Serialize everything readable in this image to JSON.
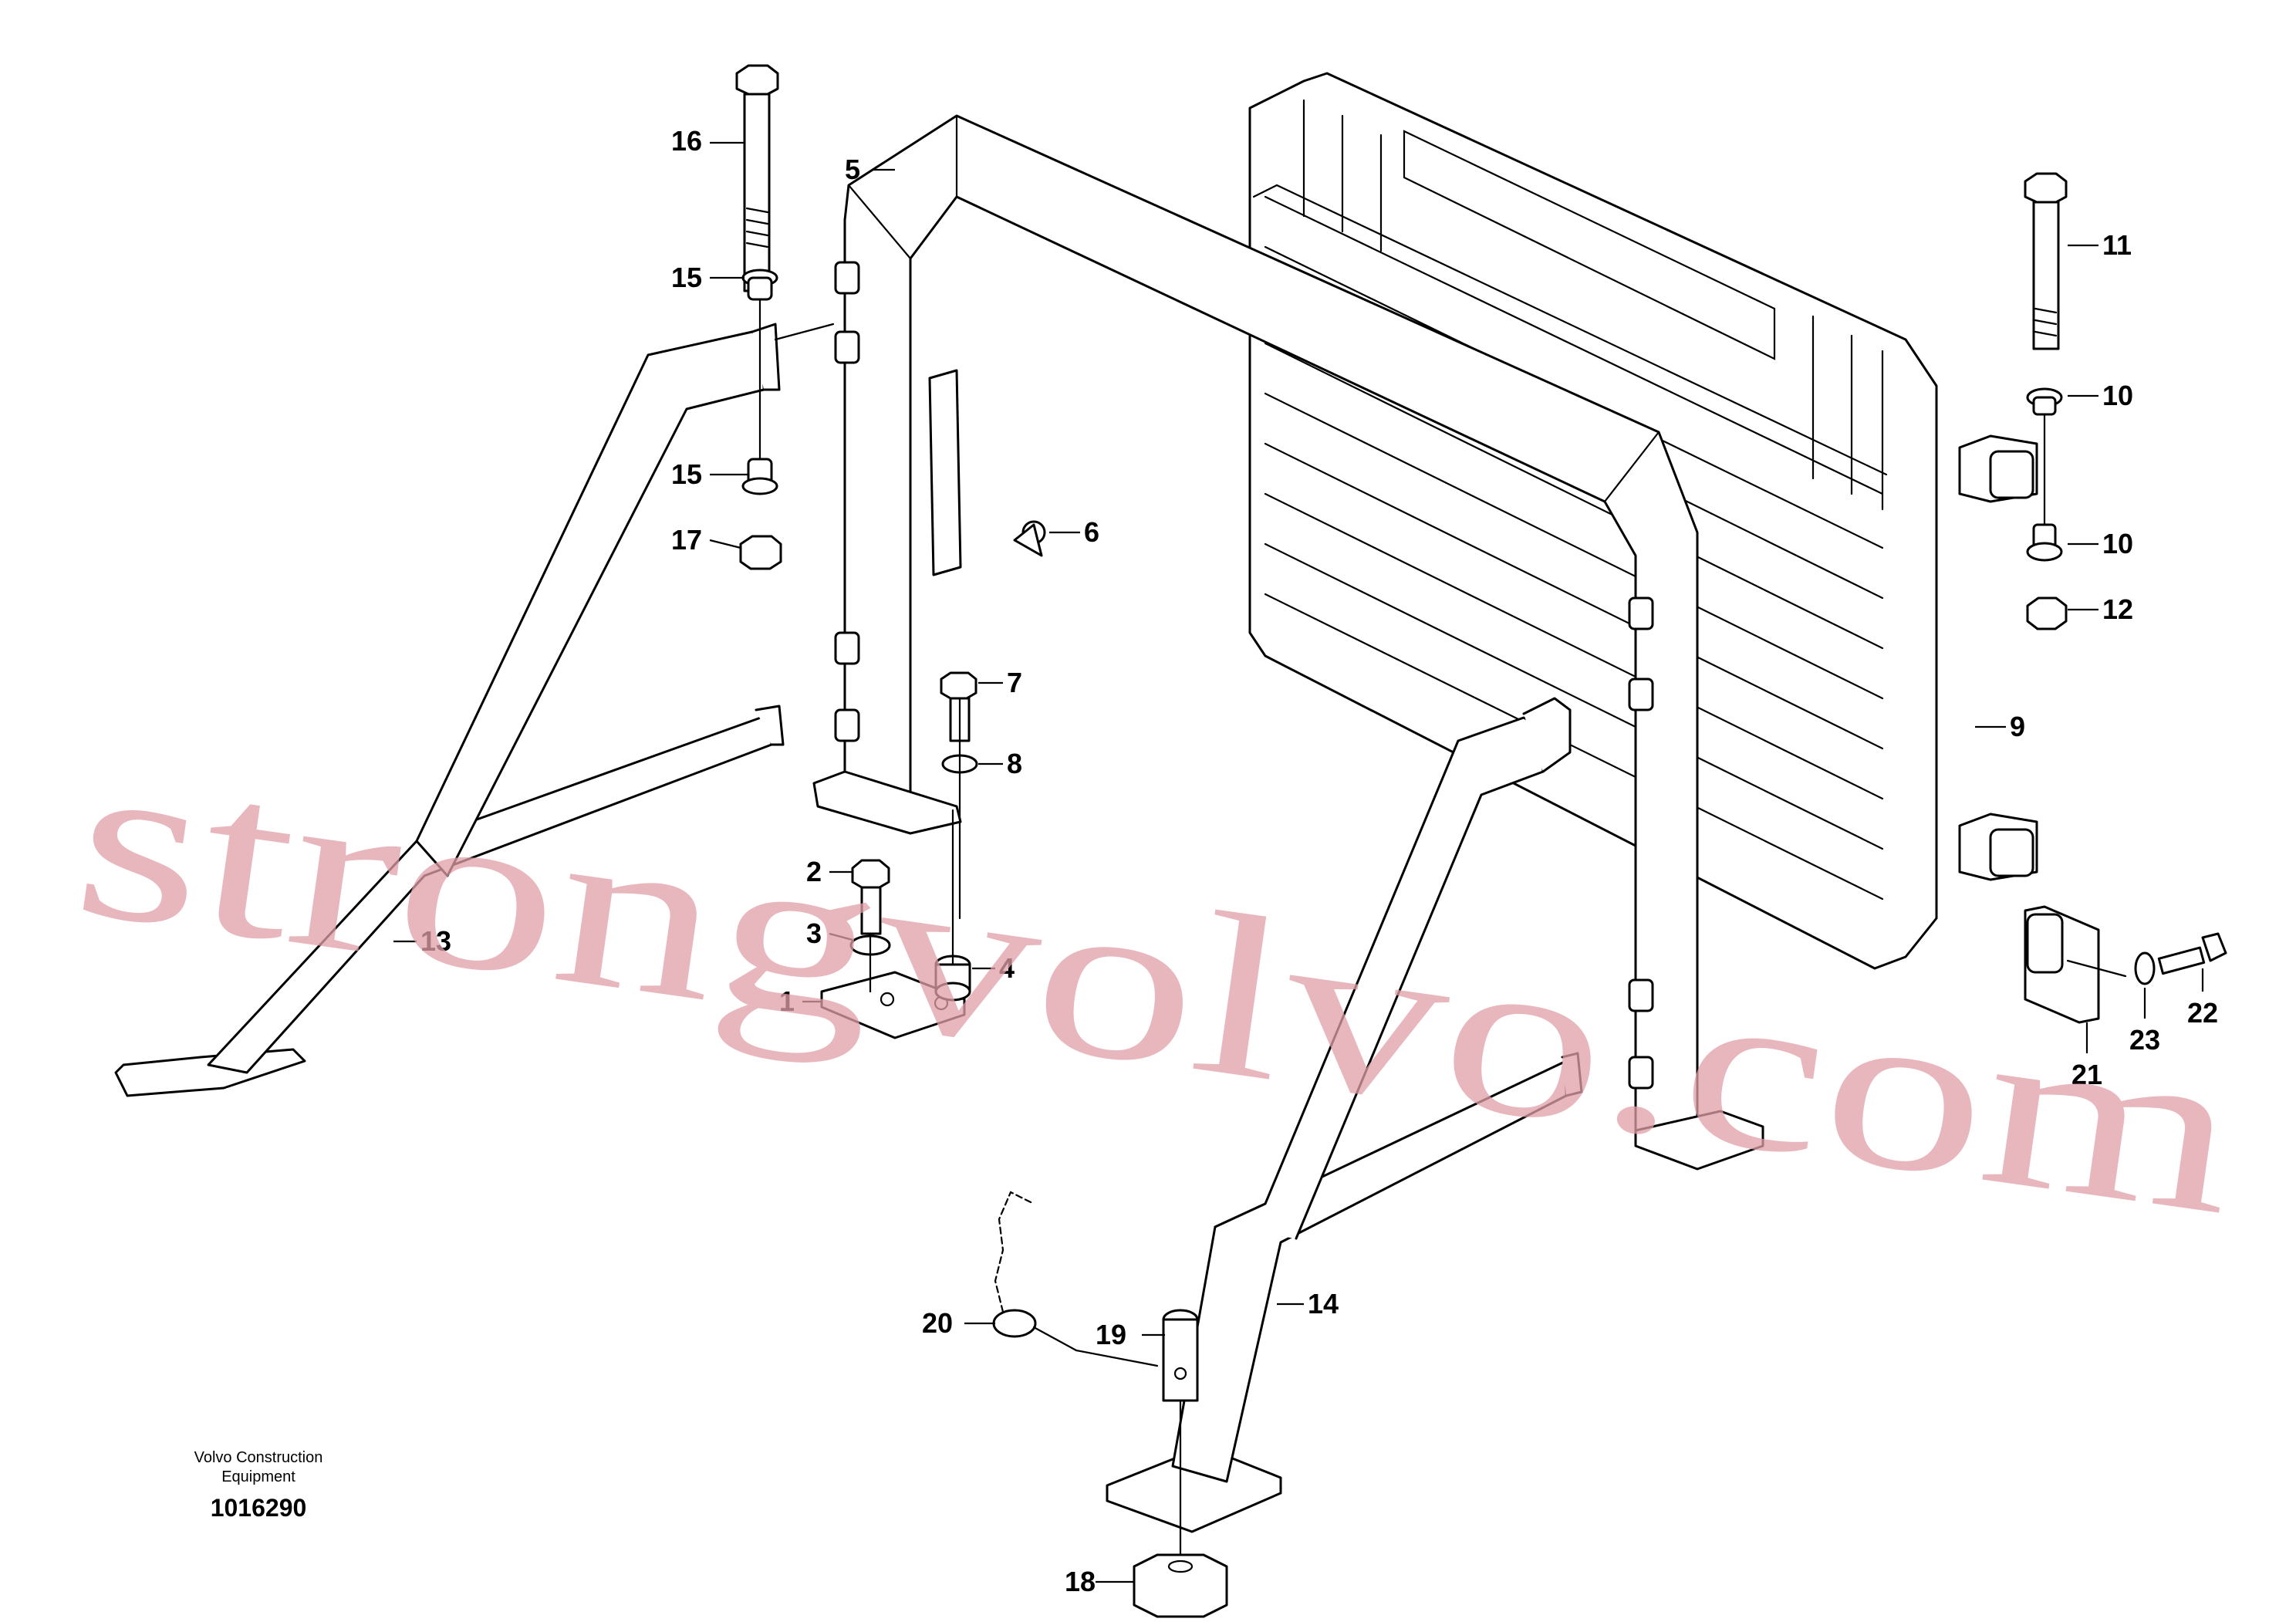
{
  "watermark": "strongvolvo.com",
  "footer": {
    "line1": "Volvo Construction",
    "line2": "Equipment",
    "number": "1016290"
  },
  "callouts": [
    {
      "id": "c1",
      "label": "1"
    },
    {
      "id": "c2",
      "label": "2"
    },
    {
      "id": "c3",
      "label": "3"
    },
    {
      "id": "c4",
      "label": "4"
    },
    {
      "id": "c5",
      "label": "5"
    },
    {
      "id": "c6",
      "label": "6"
    },
    {
      "id": "c7",
      "label": "7"
    },
    {
      "id": "c8",
      "label": "8"
    },
    {
      "id": "c9",
      "label": "9"
    },
    {
      "id": "c10a",
      "label": "10"
    },
    {
      "id": "c10b",
      "label": "10"
    },
    {
      "id": "c11",
      "label": "11"
    },
    {
      "id": "c12",
      "label": "12"
    },
    {
      "id": "c13",
      "label": "13"
    },
    {
      "id": "c14",
      "label": "14"
    },
    {
      "id": "c15a",
      "label": "15"
    },
    {
      "id": "c15b",
      "label": "15"
    },
    {
      "id": "c16",
      "label": "16"
    },
    {
      "id": "c17",
      "label": "17"
    },
    {
      "id": "c18",
      "label": "18"
    },
    {
      "id": "c19",
      "label": "19"
    },
    {
      "id": "c20",
      "label": "20"
    },
    {
      "id": "c21",
      "label": "21"
    },
    {
      "id": "c22",
      "label": "22"
    },
    {
      "id": "c23",
      "label": "23"
    }
  ]
}
